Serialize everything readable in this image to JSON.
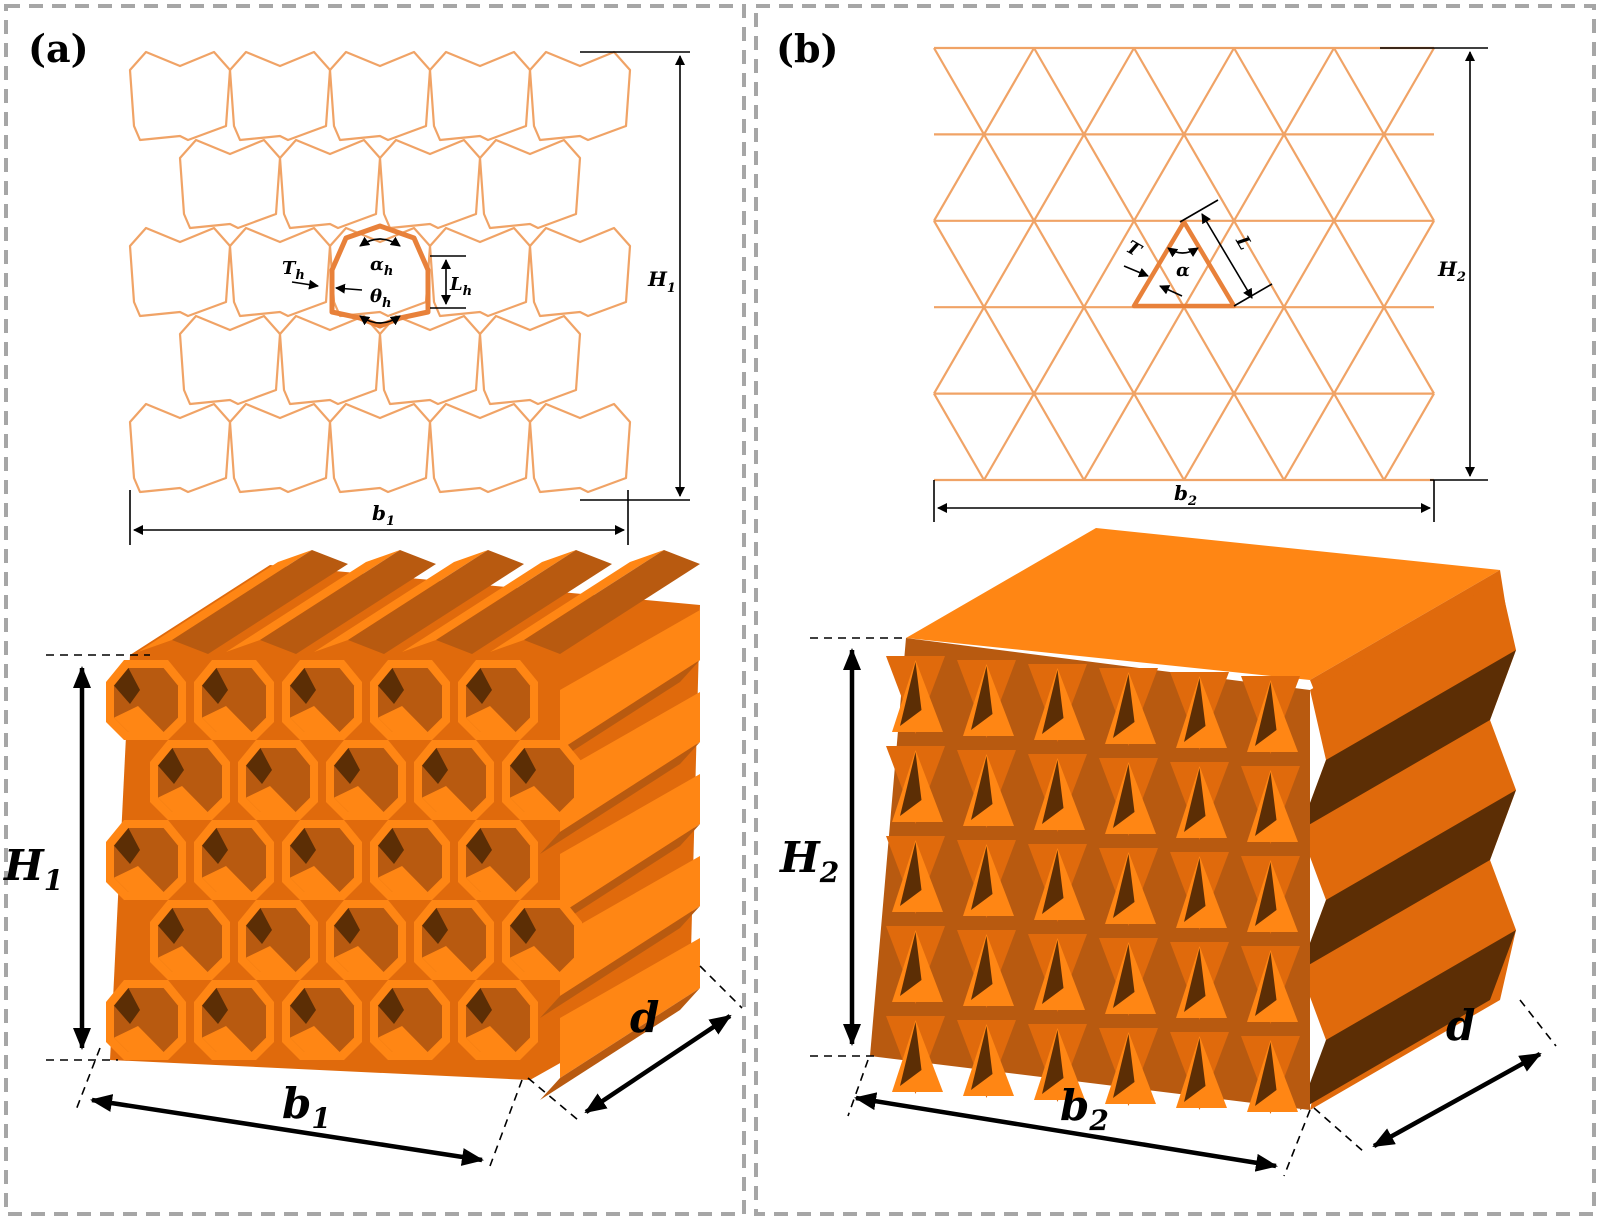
{
  "colors": {
    "lattice_line": "#f0a366",
    "highlight": "#e8813a",
    "face": "#ff8614",
    "side": "#e06a0c",
    "shade": "#b85a10",
    "dark": "#5c2e05",
    "frame": "#a6a6a6"
  },
  "panel_a": {
    "label": "(a)",
    "top_view": {
      "rows": 5,
      "cols": 5,
      "dim_height": {
        "base": "H",
        "sub": "1"
      },
      "dim_width": {
        "base": "b",
        "sub": "1"
      },
      "cell_params": {
        "thickness": {
          "base": "T",
          "sub": "h"
        },
        "angle_top": {
          "base": "α",
          "sub": "h"
        },
        "angle_bottom": {
          "base": "θ",
          "sub": "h"
        },
        "length": {
          "base": "L",
          "sub": "h"
        }
      }
    },
    "model_3d": {
      "dim_height": {
        "base": "H",
        "sub": "1"
      },
      "dim_width": {
        "base": "b",
        "sub": "1"
      },
      "dim_depth": "d"
    }
  },
  "panel_b": {
    "label": "(b)",
    "top_view": {
      "rows": 5,
      "cols": 5,
      "dim_height": {
        "base": "H",
        "sub": "2"
      },
      "dim_width": {
        "base": "b",
        "sub": "2"
      },
      "cell_params": {
        "thickness": "T",
        "angle": "α",
        "length": "L"
      }
    },
    "model_3d": {
      "dim_height": {
        "base": "H",
        "sub": "2"
      },
      "dim_width": {
        "base": "b",
        "sub": "2"
      },
      "dim_depth": "d"
    }
  }
}
